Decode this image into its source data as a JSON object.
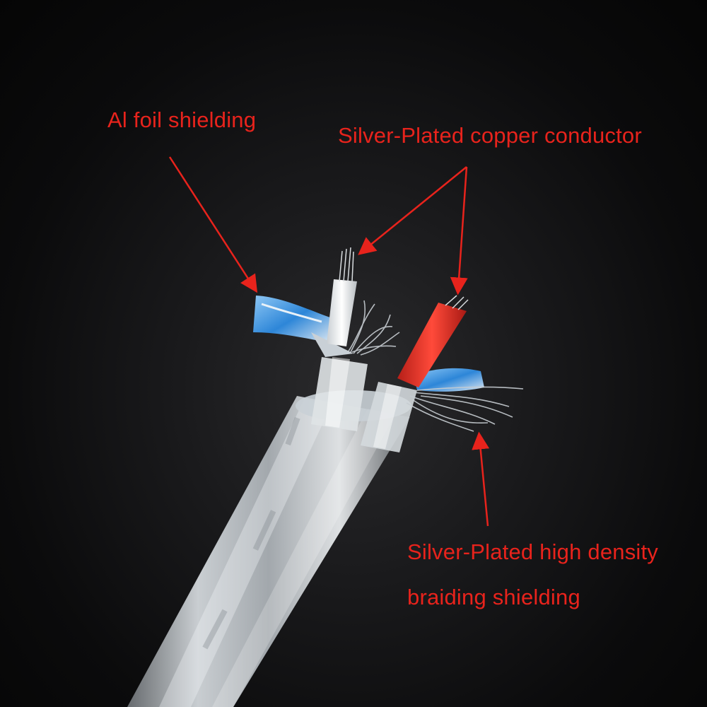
{
  "labels": {
    "al_foil": "Al foil shielding",
    "conductor": "Silver-Plated copper conductor",
    "braid_line1": "Silver-Plated high density",
    "braid_line2": "braiding shielding"
  },
  "colors": {
    "annotation": "#e8231c",
    "background": "#0b0b0c",
    "jacket": "#cfd6dc",
    "foil": "#2f8fe0",
    "red_insulation": "#e8332a",
    "white_insulation": "#f2f4f6"
  }
}
